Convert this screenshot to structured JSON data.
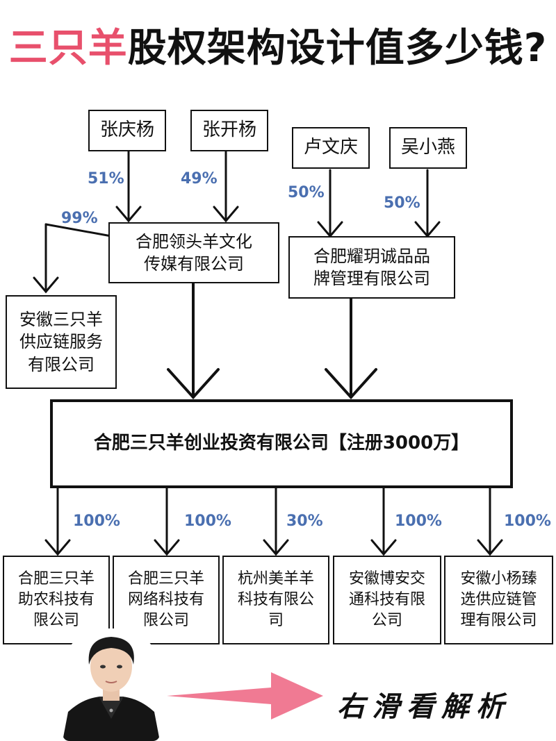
{
  "title": {
    "highlight": "三只羊",
    "rest": "股权架构设计值多少钱?"
  },
  "investors": {
    "zhang_qingyang": "张庆杨",
    "zhang_kaiyang": "张开杨",
    "lu_wenqing": "卢文庆",
    "wu_xiaoyan": "吴小燕"
  },
  "percentages": {
    "zqy_to_lingtou": "51%",
    "zky_to_lingtou": "49%",
    "lingtou_to_supply": "99%",
    "lwq_to_yaoyue": "50%",
    "wxy_to_yaoyue": "50%",
    "to_sub1": "100%",
    "to_sub2": "100%",
    "to_sub3": "30%",
    "to_sub4": "100%",
    "to_sub5": "100%"
  },
  "companies": {
    "lingtou": [
      "合肥领头羊文化",
      "传媒有限公司"
    ],
    "yaoyue": [
      "合肥耀玥诚品品",
      "牌管理有限公司"
    ],
    "supply_chain": [
      "安徽三只羊",
      "供应链服务",
      "有限公司"
    ],
    "main": "合肥三只羊创业投资有限公司【注册3000万】",
    "sub1": [
      "合肥三只羊",
      "助农科技有",
      "限公司"
    ],
    "sub2": [
      "合肥三只羊",
      "网络科技有",
      "限公司"
    ],
    "sub3": [
      "杭州美羊羊",
      "科技有限公",
      "司"
    ],
    "sub4": [
      "安徽博安交",
      "通科技有限",
      "公司"
    ],
    "sub5": [
      "安徽小杨臻",
      "选供应链管",
      "理有限公司"
    ]
  },
  "swipe_text": "右滑看解析",
  "colors": {
    "title_highlight": "#e8506c",
    "percent": "#4a6fb0",
    "arrow_pink": "#f07a93"
  }
}
